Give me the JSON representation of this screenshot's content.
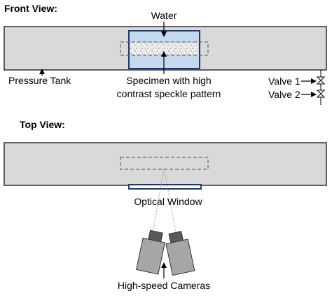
{
  "front_view": {
    "heading": "Front View:",
    "water_label": "Water",
    "tank_label": "Pressure Tank",
    "specimen_label_line1": "Specimen with high",
    "specimen_label_line2": "contrast speckle pattern",
    "valve1_label": "Valve 1",
    "valve2_label": "Valve 2"
  },
  "top_view": {
    "heading": "Top View:",
    "window_label": "Optical Window",
    "cameras_label": "High-speed Cameras"
  },
  "colors": {
    "tank_fill": "#d9d9d9",
    "water_fill": "#c5d9f1",
    "outline_blue": "#1f3864",
    "camera_body": "#a6a6a6",
    "camera_lens": "#595959"
  }
}
